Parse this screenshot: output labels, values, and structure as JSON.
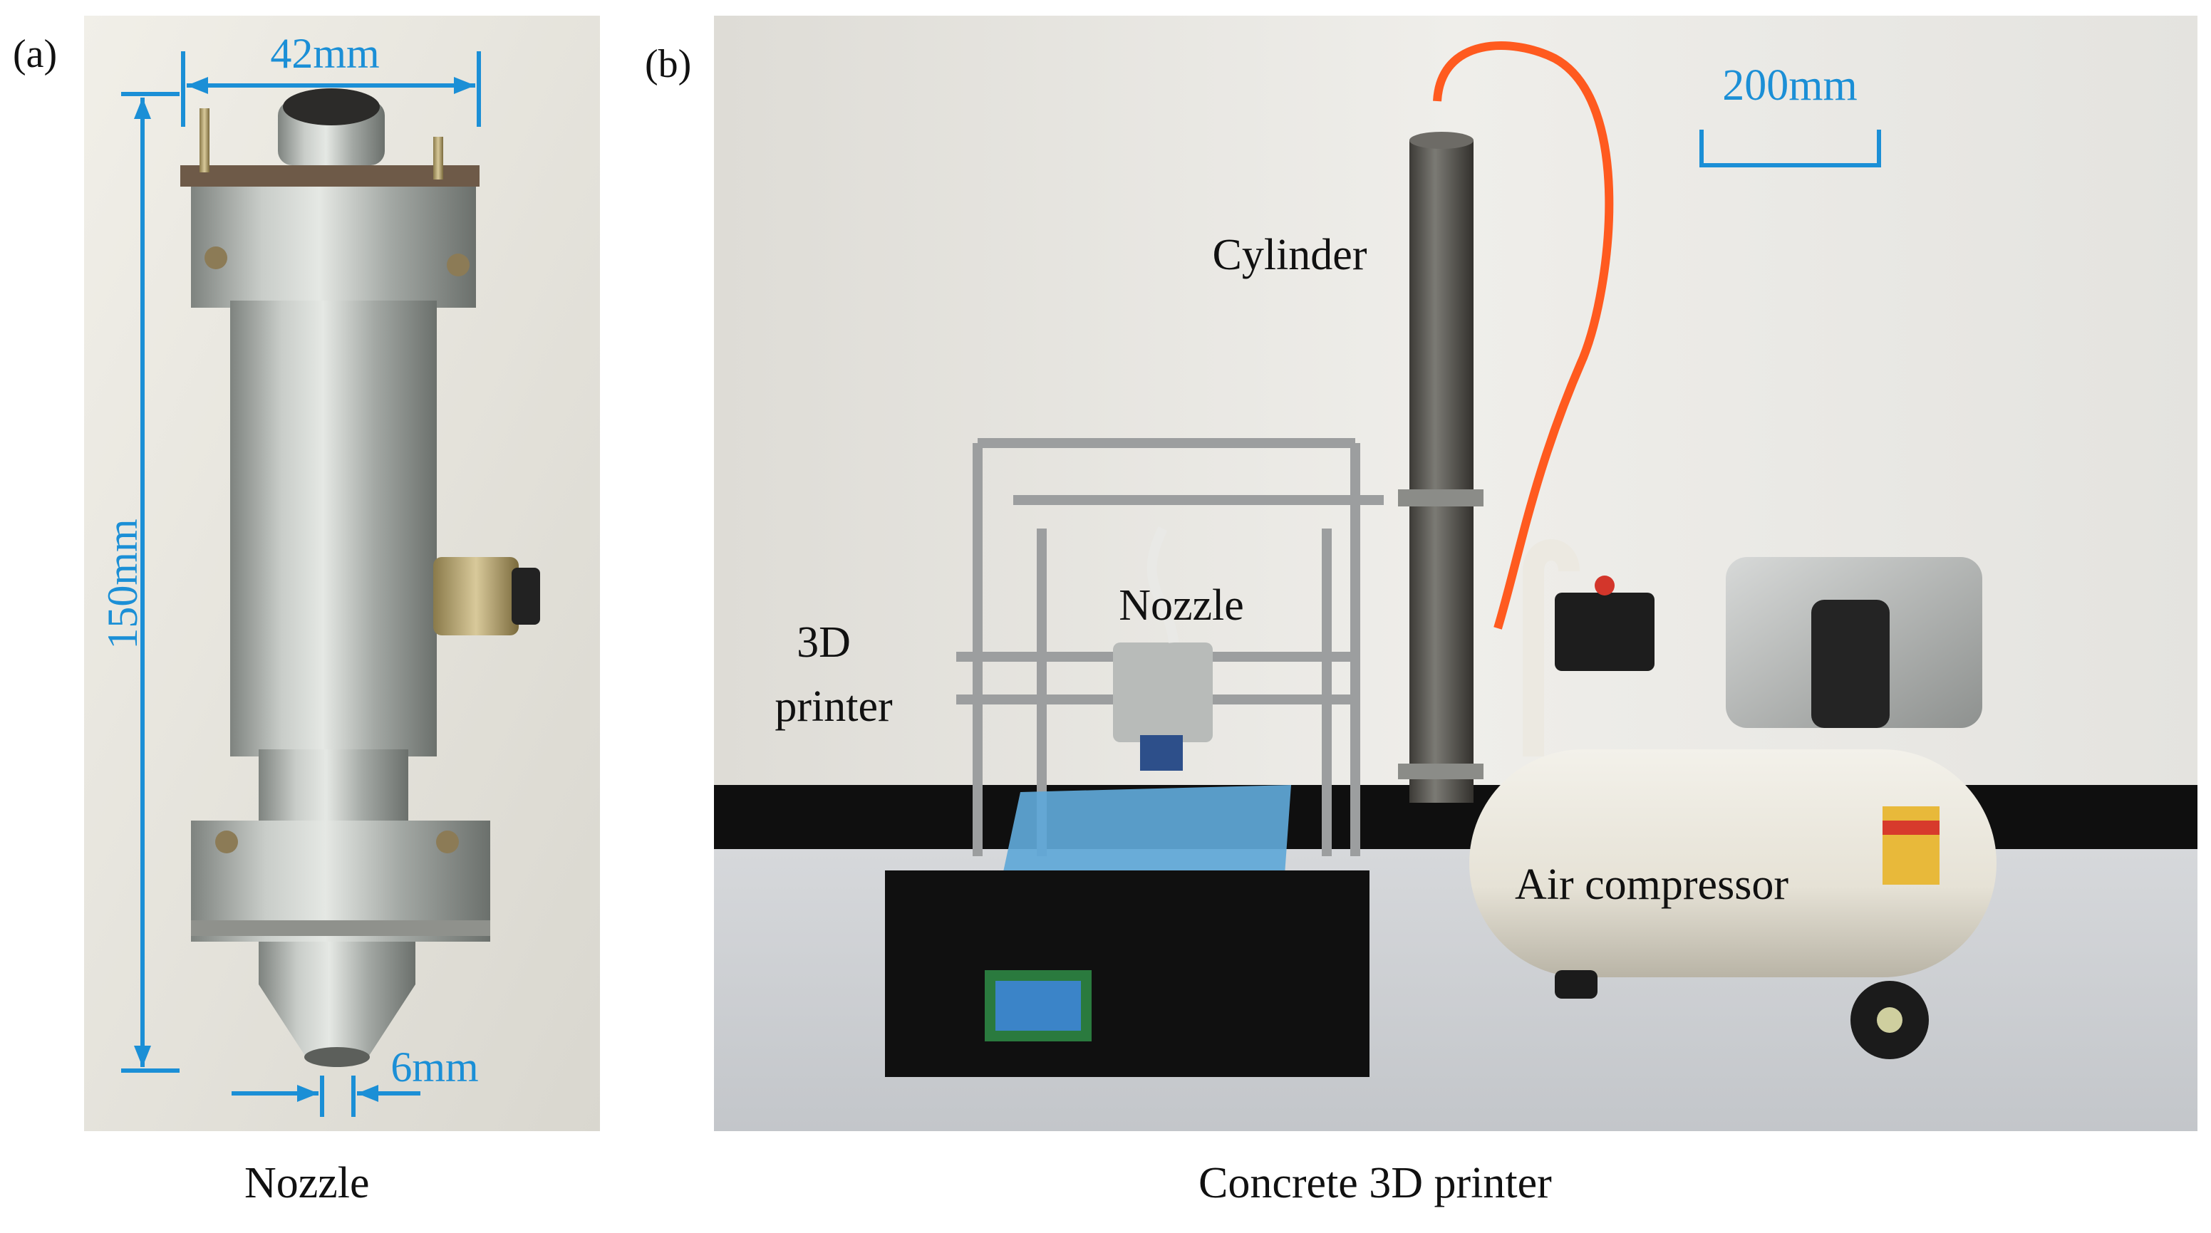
{
  "panel_a": {
    "letter": "(a)",
    "caption": "Nozzle",
    "dim_width": "42mm",
    "dim_height": "150mm",
    "dim_outlet": "6mm"
  },
  "panel_b": {
    "letter": "(b)",
    "caption": "Concrete 3D printer",
    "scale_bar": "200mm",
    "labels": {
      "cylinder": "Cylinder",
      "nozzle": "Nozzle",
      "printer_line1": "3D",
      "printer_line2": "printer",
      "compressor": "Air compressor"
    }
  },
  "colors": {
    "dimension": "#1b8fd6",
    "hose": "#ff5a1f",
    "wall": "#e9e8e4"
  }
}
